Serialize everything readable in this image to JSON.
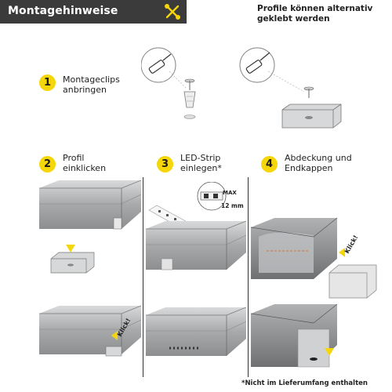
{
  "header": {
    "title": "Montagehinweise",
    "icon": "tools-icon"
  },
  "alt_note": {
    "line1": "Profile können alternativ",
    "line2": "geklebt werden"
  },
  "steps": [
    {
      "number": "1",
      "line1": "Montageclips",
      "line2": "anbringen"
    },
    {
      "number": "2",
      "line1": "Profil",
      "line2": "einklicken"
    },
    {
      "number": "3",
      "line1": "LED-Strip",
      "line2": "einlegen*"
    },
    {
      "number": "4",
      "line1": "Abdeckung und",
      "line2": "Endkappen"
    }
  ],
  "klick_label": "Klick!",
  "max_label": "MAX",
  "max_size": "12 mm",
  "footnote": "*Nicht im Lieferumfang enthalten",
  "colors": {
    "header_bg": "#3b3b3b",
    "accent_yellow": "#f5d60a",
    "profile_gray": "#a7a9ab"
  }
}
